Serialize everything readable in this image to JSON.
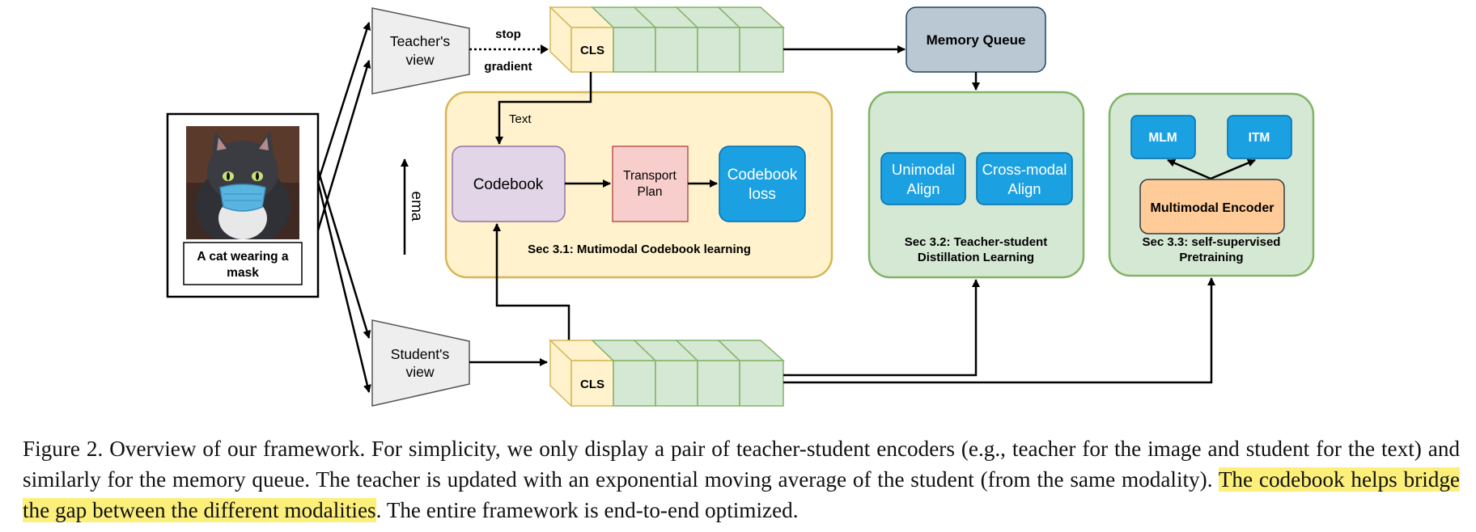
{
  "figure": {
    "input": {
      "caption": [
        "A cat wearing a",
        "mask"
      ],
      "image_desc": "cat-with-mask-photo"
    },
    "teacher_view": [
      "Teacher's",
      "view"
    ],
    "student_view": [
      "Student's",
      "view"
    ],
    "stop_gradient": [
      "stop",
      "gradient"
    ],
    "cls_label": "CLS",
    "memory_queue": "Memory Queue",
    "text_label": "Text",
    "ema_label": "ema",
    "codebook": "Codebook",
    "transport_plan": [
      "Transport",
      "Plan"
    ],
    "codebook_loss": [
      "Codebook",
      "loss"
    ],
    "sec31": "Sec 3.1: Mutimodal Codebook learning",
    "unimodal_align": [
      "Unimodal",
      "Align"
    ],
    "crossmodal_align": [
      "Cross-modal",
      "Align"
    ],
    "sec32": [
      "Sec 3.2: Teacher-student",
      "Distillation Learning"
    ],
    "mlm": "MLM",
    "itm": "ITM",
    "multimodal_encoder": "Multimodal Encoder",
    "sec33": [
      "Sec 3.3: self-supervised",
      "Pretraining"
    ],
    "colors": {
      "yellow_fill": "#fff2cc",
      "yellow_stroke": "#d6b656",
      "green_fill": "#d5e8d4",
      "green_stroke": "#82b366",
      "blue_fill": "#1ba1e2",
      "blue_stroke": "#006eaf",
      "purple_fill": "#e1d5e7",
      "purple_stroke": "#9673a6",
      "red_fill": "#f8cecc",
      "red_stroke": "#b85450",
      "gray_fill": "#bac8d3",
      "gray_stroke": "#23445d",
      "orange_fill": "#ffcc99",
      "orange_stroke": "#36393d"
    }
  },
  "caption": {
    "part1": "Figure 2. Overview of our framework. For simplicity, we only display a pair of teacher-student encoders (e.g., teacher for the image and student for the text) and similarly for the memory queue. The teacher is updated with an exponential moving average of the student (from the same modality). ",
    "highlight": "The codebook helps bridge the gap between the different modalities",
    "part2": ". The entire framework is end-to-end optimized."
  }
}
